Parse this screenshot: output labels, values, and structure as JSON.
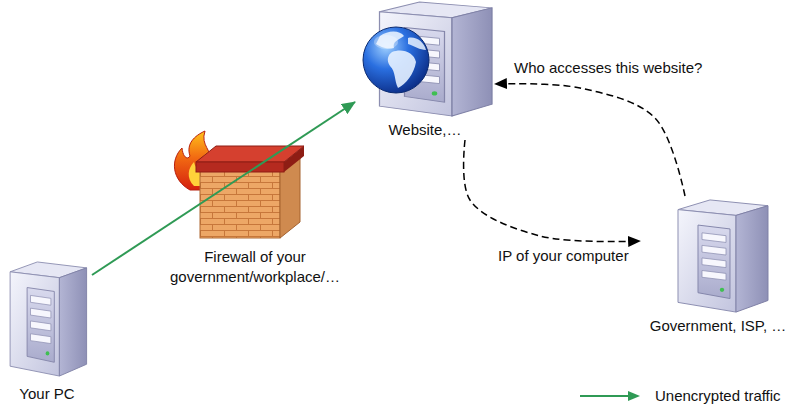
{
  "diagram": {
    "nodes": [
      {
        "text": [
          "Your PC"
        ]
      },
      {
        "text": [
          "Firewall of your government/workplace/…"
        ]
      },
      {
        "text": [
          "Website,…"
        ]
      },
      {
        "text": [
          "Government, ISP, …"
        ]
      }
    ],
    "edges": [
      {
        "from": 0,
        "to": 2,
        "arrow": "to"
      },
      {
        "from": 3,
        "to": 2,
        "label": "Who accesses this website?",
        "arrow": "to"
      },
      {
        "from": 2,
        "to": 3,
        "label": "IP of your computer",
        "arrow": "to"
      }
    ],
    "legend": [
      {
        "text": "Unencrypted traffic"
      }
    ]
  }
}
